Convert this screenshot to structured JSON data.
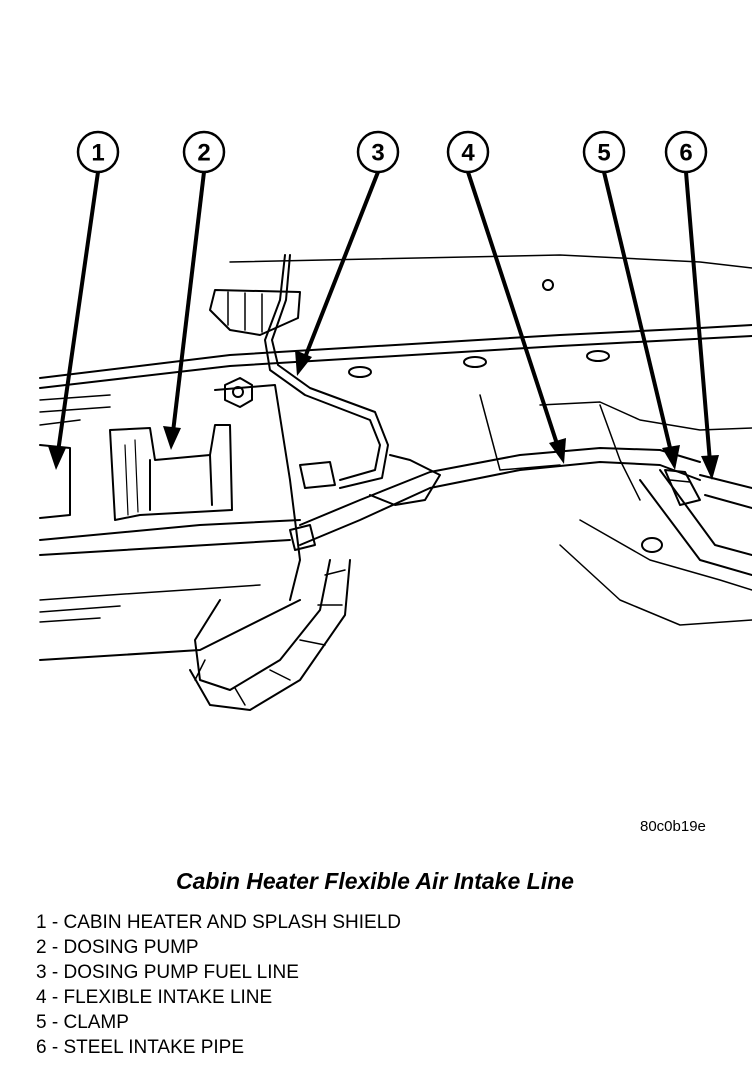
{
  "callouts": [
    "1",
    "2",
    "3",
    "4",
    "5",
    "6"
  ],
  "figure_id": "80c0b19e",
  "caption": {
    "title": "Cabin Heater Flexible Air Intake Line"
  },
  "legend": [
    {
      "num": "1",
      "sep": " - ",
      "text": "CABIN HEATER AND SPLASH SHIELD"
    },
    {
      "num": "2",
      "sep": " - ",
      "text": "DOSING PUMP"
    },
    {
      "num": "3",
      "sep": " - ",
      "text": "DOSING PUMP FUEL LINE"
    },
    {
      "num": "4",
      "sep": " - ",
      "text": "FLEXIBLE INTAKE LINE"
    },
    {
      "num": "5",
      "sep": " - ",
      "text": "CLAMP"
    },
    {
      "num": "6",
      "sep": " - ",
      "text": "STEEL INTAKE PIPE"
    }
  ],
  "colors": {
    "ink": "#000000",
    "paper": "#ffffff"
  }
}
